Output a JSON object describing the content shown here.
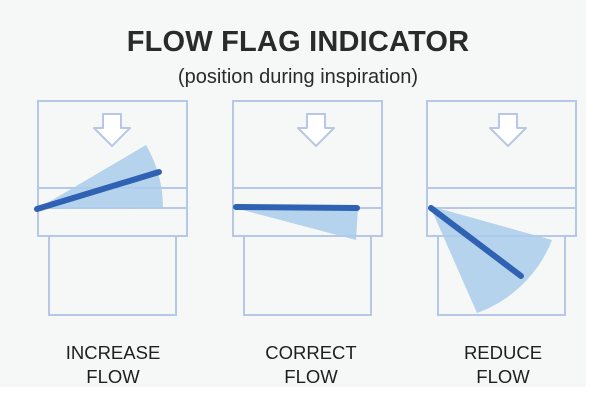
{
  "title": "FLOW FLAG INDICATOR",
  "subtitle": "(position during inspiration)",
  "colors": {
    "background": "#f6f7f7",
    "outline": "#b7c8e6",
    "fan": "#a9cdea",
    "flag": "#2f62b3",
    "text": "#2a2a2a"
  },
  "panels": [
    {
      "state": "increase",
      "label_line1": "INCREASE",
      "label_line2": "FLOW",
      "flag_angle_deg": -21
    },
    {
      "state": "correct",
      "label_line1": "CORRECT",
      "label_line2": "FLOW",
      "flag_angle_deg": 0
    },
    {
      "state": "reduce",
      "label_line1": "REDUCE",
      "label_line2": "FLOW",
      "flag_angle_deg": 42
    }
  ],
  "icons": {
    "arrow": "down-arrow-icon"
  }
}
